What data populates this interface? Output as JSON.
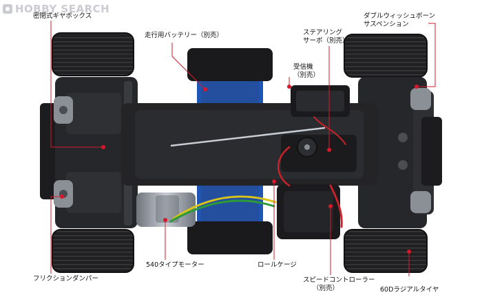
{
  "watermark": {
    "text": "HOBBY SEARCH"
  },
  "colors": {
    "leader": "#d8182a",
    "wheel": "#1b1b1c",
    "chassis": "#242426",
    "battery": "#1f55b4",
    "motor": "#9aa1aa",
    "wire_yellow": "#d9c417",
    "wire_green": "#2c9a3b",
    "wire_red": "#c8232b"
  },
  "labels": {
    "gearbox": "密閉式ギヤボックス",
    "battery": "走行用バッテリー（別売）",
    "servo_1": "ステアリング",
    "servo_2": "サーボ（別売）",
    "receiver_1": "受信機",
    "receiver_2": "（別売）",
    "suspension_1": "ダブルウィッシュボーン",
    "suspension_2": "サスペンション",
    "motor": "540タイプモーター",
    "rollcage": "ロールケージ",
    "esc_1": "スピードコントローラー",
    "esc_2": "（別売）",
    "damper": "フリクションダンパー",
    "tire": "60Dラジアルタイヤ"
  }
}
